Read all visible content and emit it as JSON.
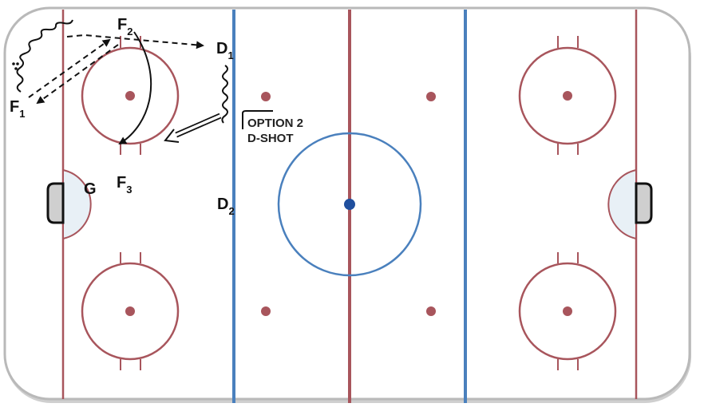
{
  "colors": {
    "red_line": "#a8555c",
    "blue_line": "#4a80bd",
    "center_dot": "#1f4f9e",
    "crease_fill": "#e8f0f6",
    "net_fill": "#cfcfcf",
    "board": "#bdbdbd"
  },
  "players": {
    "f2": {
      "main": "F",
      "sub": "2"
    },
    "d1": {
      "main": "D",
      "sub": "1"
    },
    "f1": {
      "main": "F",
      "sub": "1"
    },
    "g": {
      "main": "G"
    },
    "f3": {
      "main": "F",
      "sub": "3"
    },
    "d2": {
      "main": "D",
      "sub": "2"
    }
  },
  "option_note": {
    "line1": "OPTION 2",
    "line2": "D-SHOT"
  }
}
